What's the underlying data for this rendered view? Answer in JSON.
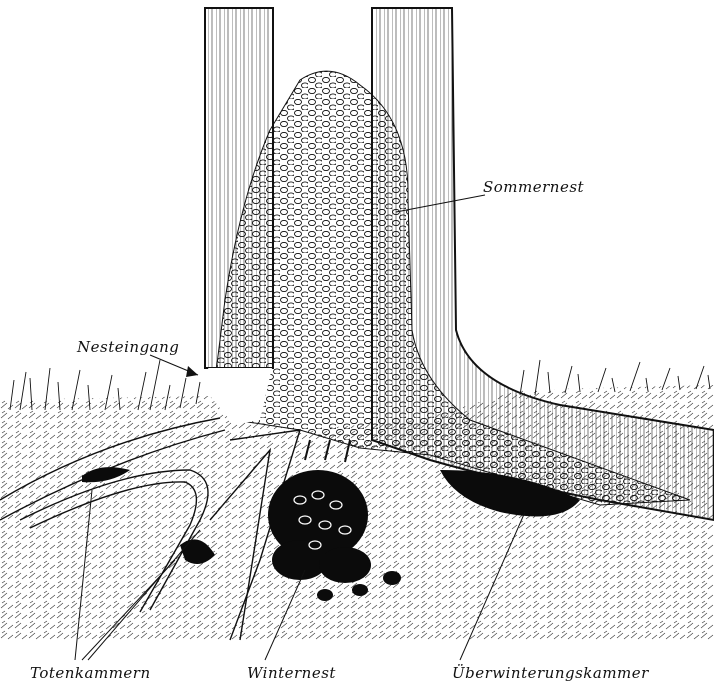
{
  "labels": {
    "sommernest": "Sommernest",
    "nesteingang": "Nesteingang",
    "totenkammern": "Totenkammern",
    "winternest": "Winternest",
    "ueberwinterungskammer": "Überwinterungskammer"
  },
  "colors": {
    "ink": "#111111",
    "paper": "#ffffff",
    "dark_mass": "#0b0b0b"
  }
}
